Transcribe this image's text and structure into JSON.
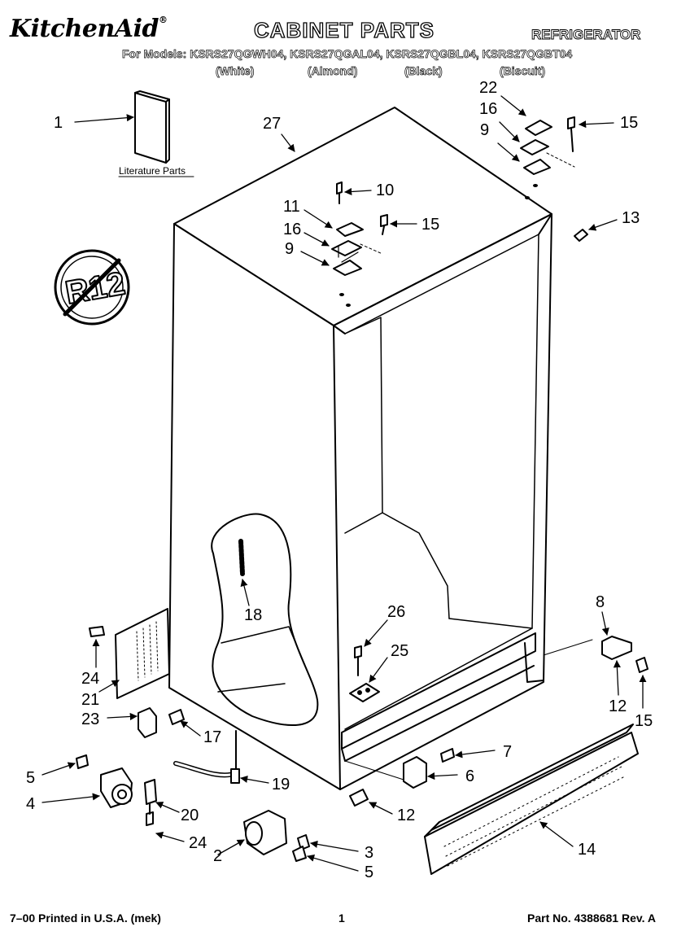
{
  "header": {
    "brand": "KitchenAid",
    "title": "CABINET PARTS",
    "category": "REFRIGERATOR",
    "models_line": "For Models: KSRS27QGWH04, KSRS27QGAL04, KSRS27QGBL04, KSRS27QGBT04",
    "variants": [
      "(White)",
      "(Almond)",
      "(Black)",
      "(Biscuit)"
    ]
  },
  "diagram": {
    "literature_label": "Literature Parts",
    "r12_label": "R12",
    "callouts": [
      "1",
      "27",
      "22",
      "16",
      "15",
      "9",
      "10",
      "11",
      "16",
      "15",
      "9",
      "13",
      "18",
      "26",
      "25",
      "8",
      "24",
      "21",
      "23",
      "17",
      "12",
      "15",
      "7",
      "6",
      "5",
      "4",
      "19",
      "20",
      "12",
      "14",
      "24",
      "2",
      "3",
      "5"
    ]
  },
  "footer": {
    "left": "7–00 Printed in U.S.A. (mek)",
    "page": "1",
    "part": "Part No. 4388681 Rev. A"
  }
}
